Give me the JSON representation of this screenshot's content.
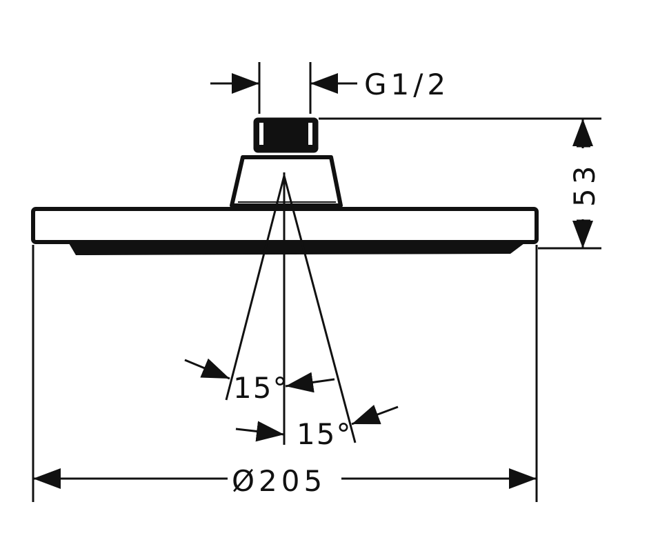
{
  "title": "Shower head dimension drawing",
  "dimensions": {
    "thread": "G1/2",
    "height": "53",
    "diameter": "Ø205",
    "angle_left": "15°",
    "angle_right": "15°"
  },
  "colors": {
    "line": "#111111",
    "background": "#ffffff"
  }
}
